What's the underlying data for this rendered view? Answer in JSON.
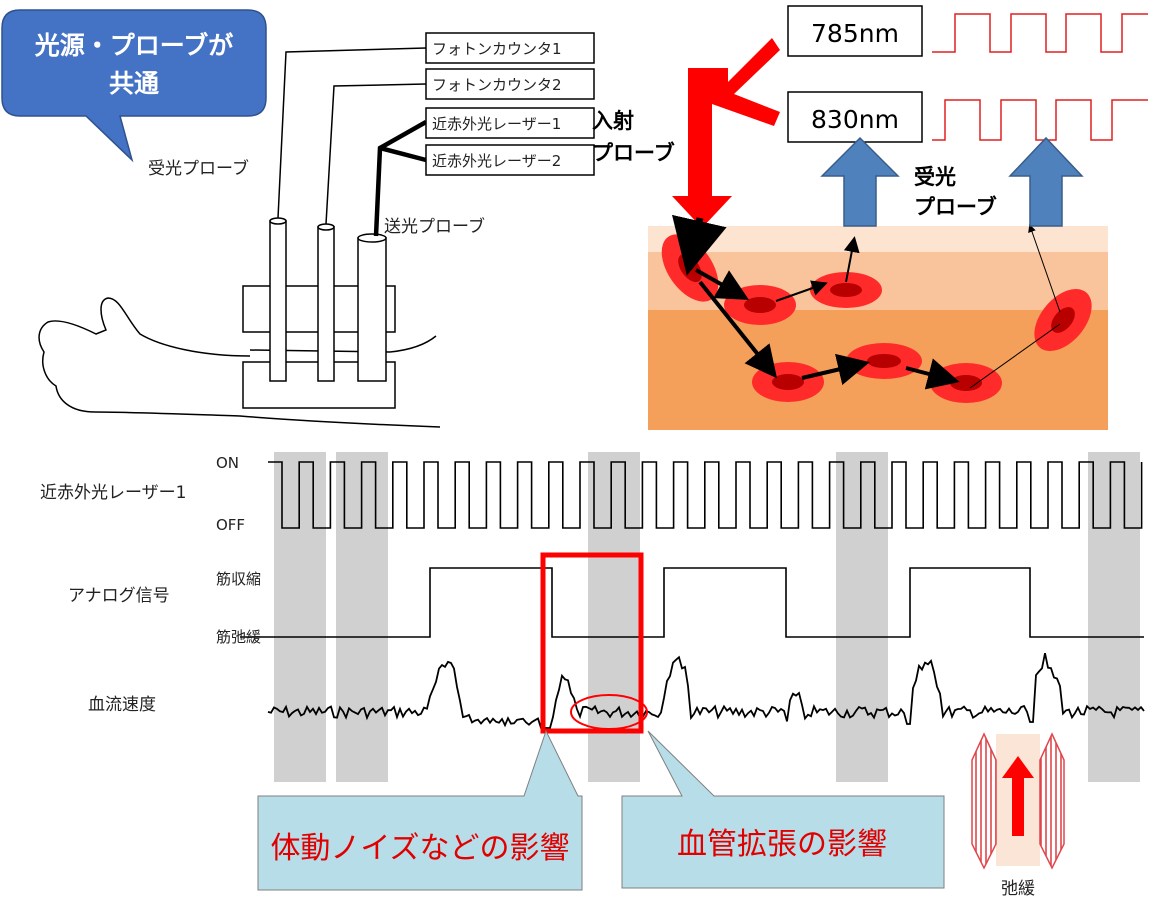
{
  "bubble": {
    "line1": "光源・プローブが",
    "line2": "共通"
  },
  "probe_labels": {
    "receive": "受光プローブ",
    "transmit": "送光プローブ",
    "boxes": [
      "フォトンカウンタ1",
      "フォトンカウンタ2",
      "近赤外光レーザー1",
      "近赤外光レーザー2"
    ]
  },
  "optics": {
    "wavelength_1": "785nm",
    "wavelength_2": "830nm",
    "incident_line1": "入射",
    "incident_line2": "プローブ",
    "receive_line1": "受光",
    "receive_line2": "プローブ"
  },
  "timing": {
    "row_laser": "近赤外光レーザー1",
    "on_label": "ON",
    "off_label": "OFF",
    "row_analog": "アナログ信号",
    "contract_label": "筋収縮",
    "relax_label": "筋弛緩",
    "row_flow": "血流速度"
  },
  "callouts": {
    "motion_noise": "体動ノイズなどの影響",
    "vasodilation": "血管拡張の影響"
  },
  "relax_icon_label": "弛緩",
  "colors": {
    "bubble_fill": "#4472c4",
    "laser_red": "#ff0000",
    "arrow_blue": "#4f81bd",
    "callout_fill": "#b7dde8",
    "shade_gray": "#d0d0d0",
    "skin_top": "#fde4d0",
    "skin_mid": "#f9c49b",
    "skin_deep": "#f5a05a"
  }
}
